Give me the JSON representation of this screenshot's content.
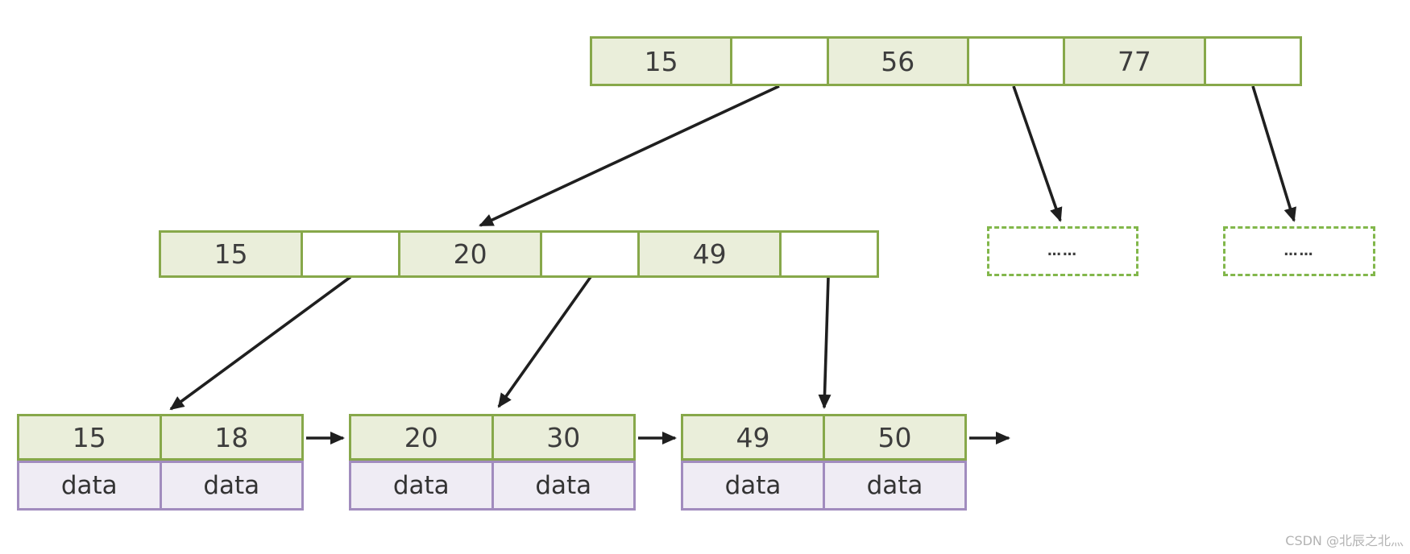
{
  "tree": {
    "root": {
      "keys": [
        "15",
        "56",
        "77"
      ]
    },
    "internal": {
      "keys": [
        "15",
        "20",
        "49"
      ]
    },
    "leaves": [
      {
        "keys": [
          "15",
          "18"
        ],
        "data": [
          "data",
          "data"
        ]
      },
      {
        "keys": [
          "20",
          "30"
        ],
        "data": [
          "data",
          "data"
        ]
      },
      {
        "keys": [
          "49",
          "50"
        ],
        "data": [
          "data",
          "data"
        ]
      }
    ],
    "ellipsis_boxes": [
      {
        "label": "……"
      },
      {
        "label": "……"
      }
    ]
  },
  "colors": {
    "node_border_green": "#87a84a",
    "node_fill_green": "#eaeeda",
    "data_border_purple": "#a18cbe",
    "data_fill_purple": "#efecf4",
    "dashed_border_green": "#82b74b",
    "arrow_black": "#1f1f1f",
    "text_dark": "#3d3d3d",
    "watermark_gray": "#b3b3b3"
  },
  "watermark": {
    "text": "CSDN @北辰之北灬"
  }
}
